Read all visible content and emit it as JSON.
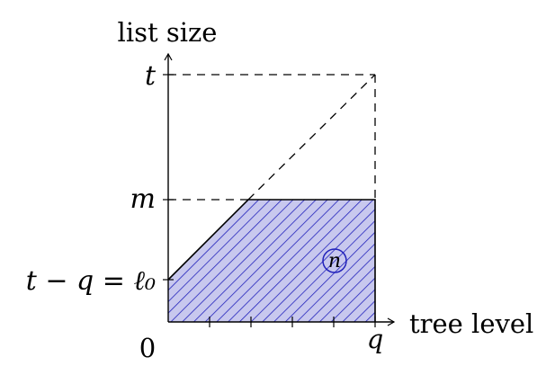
{
  "axes": {
    "y_label": "list size",
    "x_label": "tree level",
    "origin_label": "0",
    "x_end_label": "q",
    "y_tick_labels": {
      "top": "t",
      "middle": "m",
      "bottom": "t − q = ℓ₀"
    }
  },
  "region": {
    "label": "n",
    "hatch_color": "#2222bb",
    "fill_color": "#c8c8ee"
  },
  "colors": {
    "axis": "#000000",
    "dashed": "#000000"
  }
}
